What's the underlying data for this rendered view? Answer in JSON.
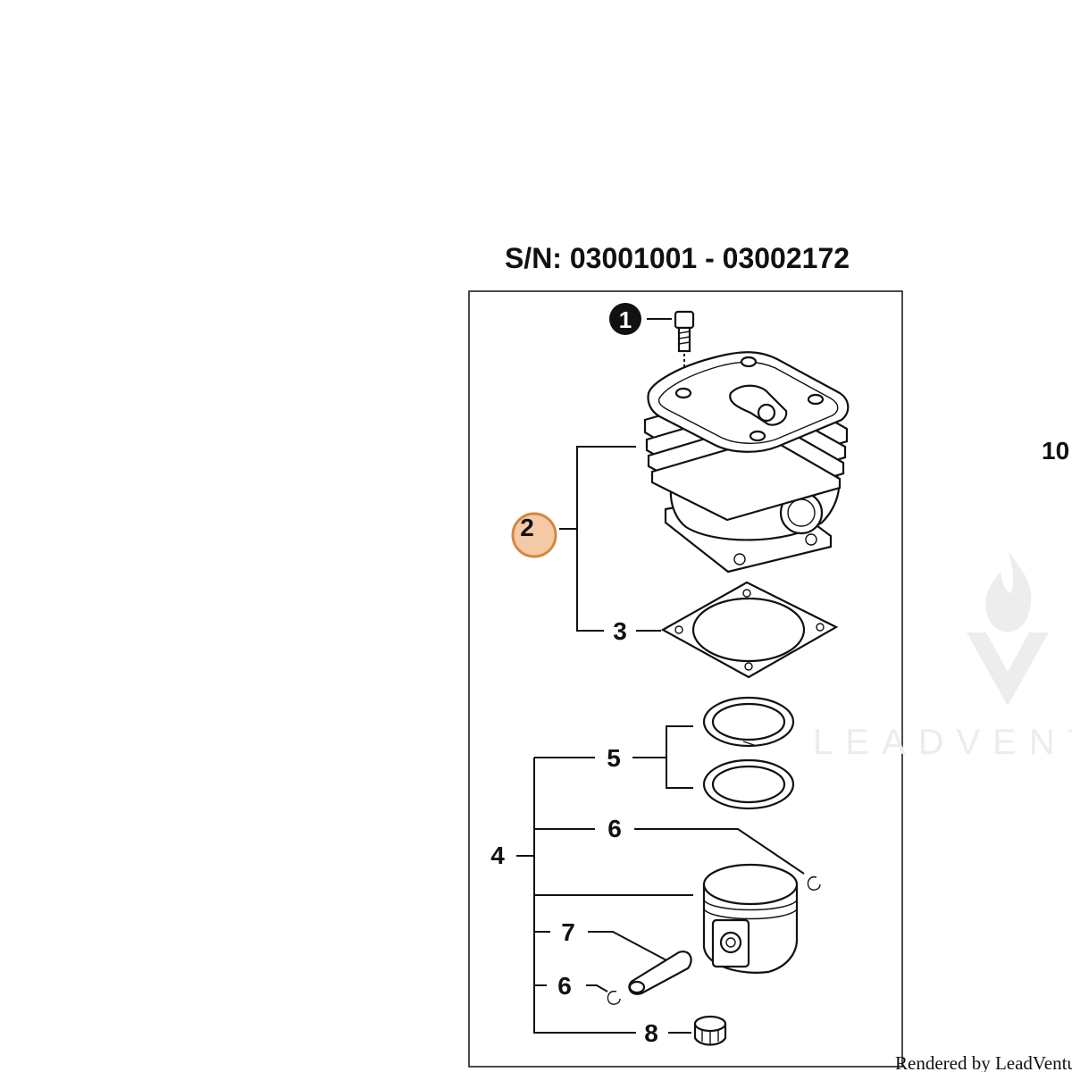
{
  "header": {
    "serial_range": "S/N: 03001001 - 03002172"
  },
  "callouts": {
    "c1": "1",
    "c2": "2",
    "c3": "3",
    "c4": "4",
    "c5": "5",
    "c6a": "6",
    "c6b": "6",
    "c7": "7",
    "c8": "8",
    "c10": "10"
  },
  "selected_callout": "2",
  "colors": {
    "highlight_fill": "#f3c9a6",
    "highlight_stroke": "#d4883f",
    "ink": "#111111",
    "watermark": "#ececec"
  },
  "watermark": {
    "text": "LEADVENT"
  },
  "footer": {
    "credit": "Rendered by LeadVentur"
  }
}
